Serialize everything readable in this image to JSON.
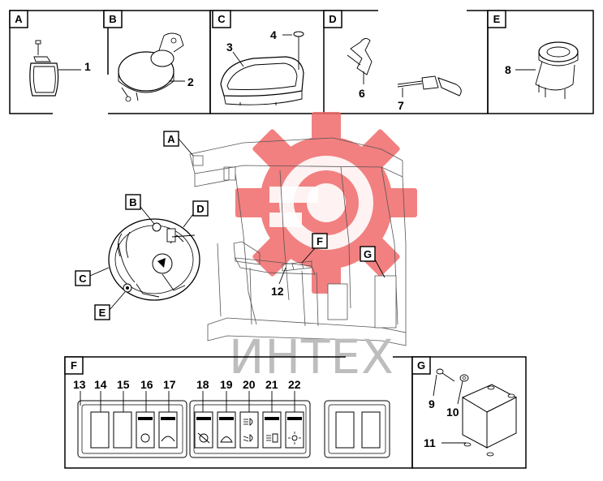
{
  "panels": {
    "A": {
      "letter": "A",
      "callouts": [
        "1"
      ]
    },
    "B": {
      "letter": "B",
      "callouts": [
        "2"
      ]
    },
    "C": {
      "letter": "C",
      "callouts": [
        "3",
        "4"
      ]
    },
    "D": {
      "letter": "D",
      "callouts": [
        "6",
        "7"
      ]
    },
    "E": {
      "letter": "E",
      "callouts": [
        "8"
      ]
    },
    "F": {
      "letter": "F",
      "callouts": [
        "13",
        "14",
        "15",
        "16",
        "17",
        "18",
        "19",
        "20",
        "21",
        "22"
      ]
    },
    "G": {
      "letter": "G",
      "callouts": [
        "9",
        "10",
        "11"
      ]
    }
  },
  "cab": {
    "markers": [
      "A",
      "B",
      "C",
      "D",
      "E",
      "F",
      "G"
    ],
    "callout": "12"
  },
  "switch_icons": [
    "blank",
    "blank",
    "blank",
    "fan-icon",
    "wiper-icon",
    "no-fan-icon",
    "washer-icon",
    "headlight-icon",
    "low-beam-icon",
    "worklight-icon",
    "beacon-icon"
  ],
  "watermark": {
    "text": "ИНТЕХ",
    "gear_color": "#f06a6a"
  }
}
